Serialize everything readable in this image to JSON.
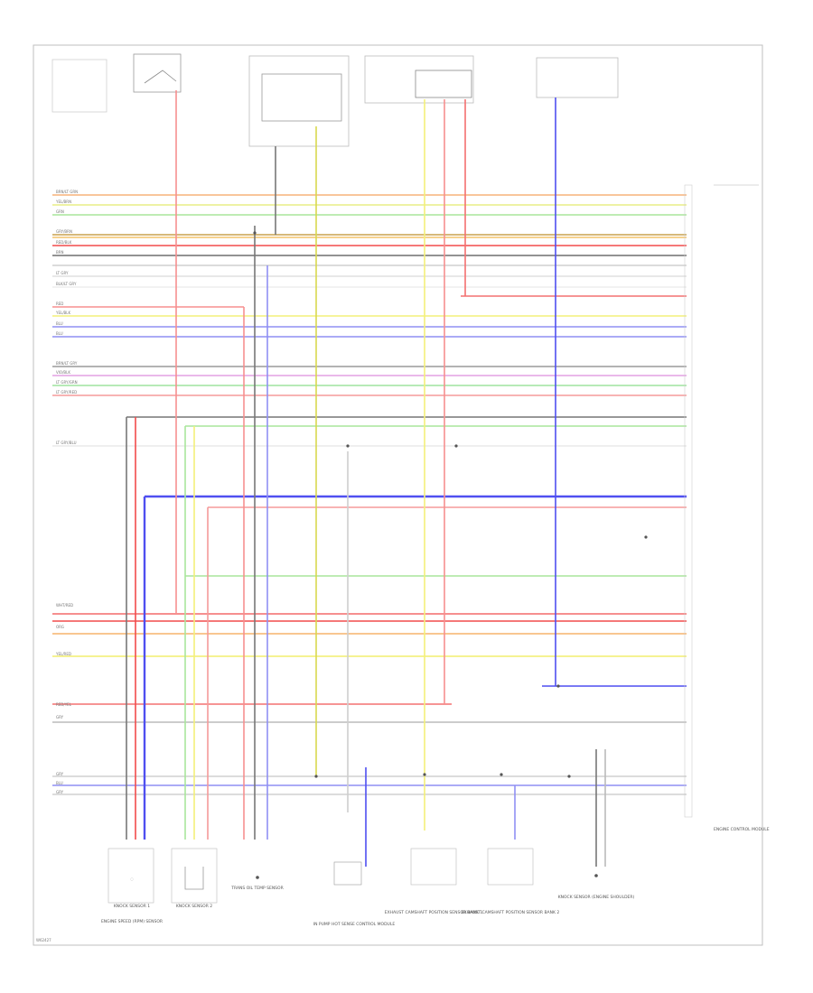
{
  "left_labels": [
    {
      "text": "BRN/LT GRN",
      "color": "#f6b27a"
    },
    {
      "text": "YEL/BRN",
      "color": "#e8ee7e"
    },
    {
      "text": "GRN",
      "color": "#a9e69c"
    },
    {
      "text": "GRY/BRN",
      "color": "#c9a24f"
    },
    {
      "text": "RED/BLK",
      "color": "#f24b4b"
    },
    {
      "text": "BRN",
      "color": "#8a8a8a"
    },
    {
      "text": "LT GRY",
      "color": "#d9d9d9"
    },
    {
      "text": "BLK/LT GRY",
      "color": "#cfcfcf"
    },
    {
      "text": "RED",
      "color": "#f78f8f"
    },
    {
      "text": "YEL/BLK",
      "color": "#f3f07a"
    },
    {
      "text": "BLU",
      "color": "#8f8ff4"
    },
    {
      "text": "BLU",
      "color": "#8f8ff4"
    },
    {
      "text": "BRN/LT GRY",
      "color": "#a0a0a0"
    },
    {
      "text": "VIO/BLK",
      "color": "#e4a0e4"
    },
    {
      "text": "LT GRY/GRN",
      "color": "#9fe39f"
    },
    {
      "text": "LT GRY/RED",
      "color": "#f59a9a"
    },
    {
      "text": "LT GRY/BLU",
      "color": "#dedede"
    },
    {
      "text": "WHT/RED",
      "color": "#f36a6a"
    },
    {
      "text": "ORG",
      "color": "#f7b36c"
    },
    {
      "text": "YEL/RED",
      "color": "#f2ee6f"
    },
    {
      "text": "RED/YEL",
      "color": "#f47070"
    },
    {
      "text": "GRY",
      "color": "#bbbbbb"
    },
    {
      "text": "GRY",
      "color": "#bbbbbb"
    },
    {
      "text": "BLU",
      "color": "#8f8ff4"
    },
    {
      "text": "GRY",
      "color": "#bbbbbb"
    }
  ],
  "footer_code": "W62427",
  "components": [
    "ENGINE SPEED (RPM) SENSOR",
    "TRANS OIL TEMP SENSOR",
    "KNOCK SENSOR 1",
    "KNOCK SENSOR 2",
    "KNOCK SENSOR (ENGINE SHOULDER)",
    "EXHAUST CAMSHAFT POSITION SENSOR BANK 1",
    "EXHAUST CAMSHAFT POSITION SENSOR BANK 2",
    "IN PUMP HOT SENSE CONTROL MODULE",
    "ENGINE CONTROL MODULE"
  ],
  "icons": [
    "ground-icon",
    "connector-icon",
    "splice-icon"
  ]
}
